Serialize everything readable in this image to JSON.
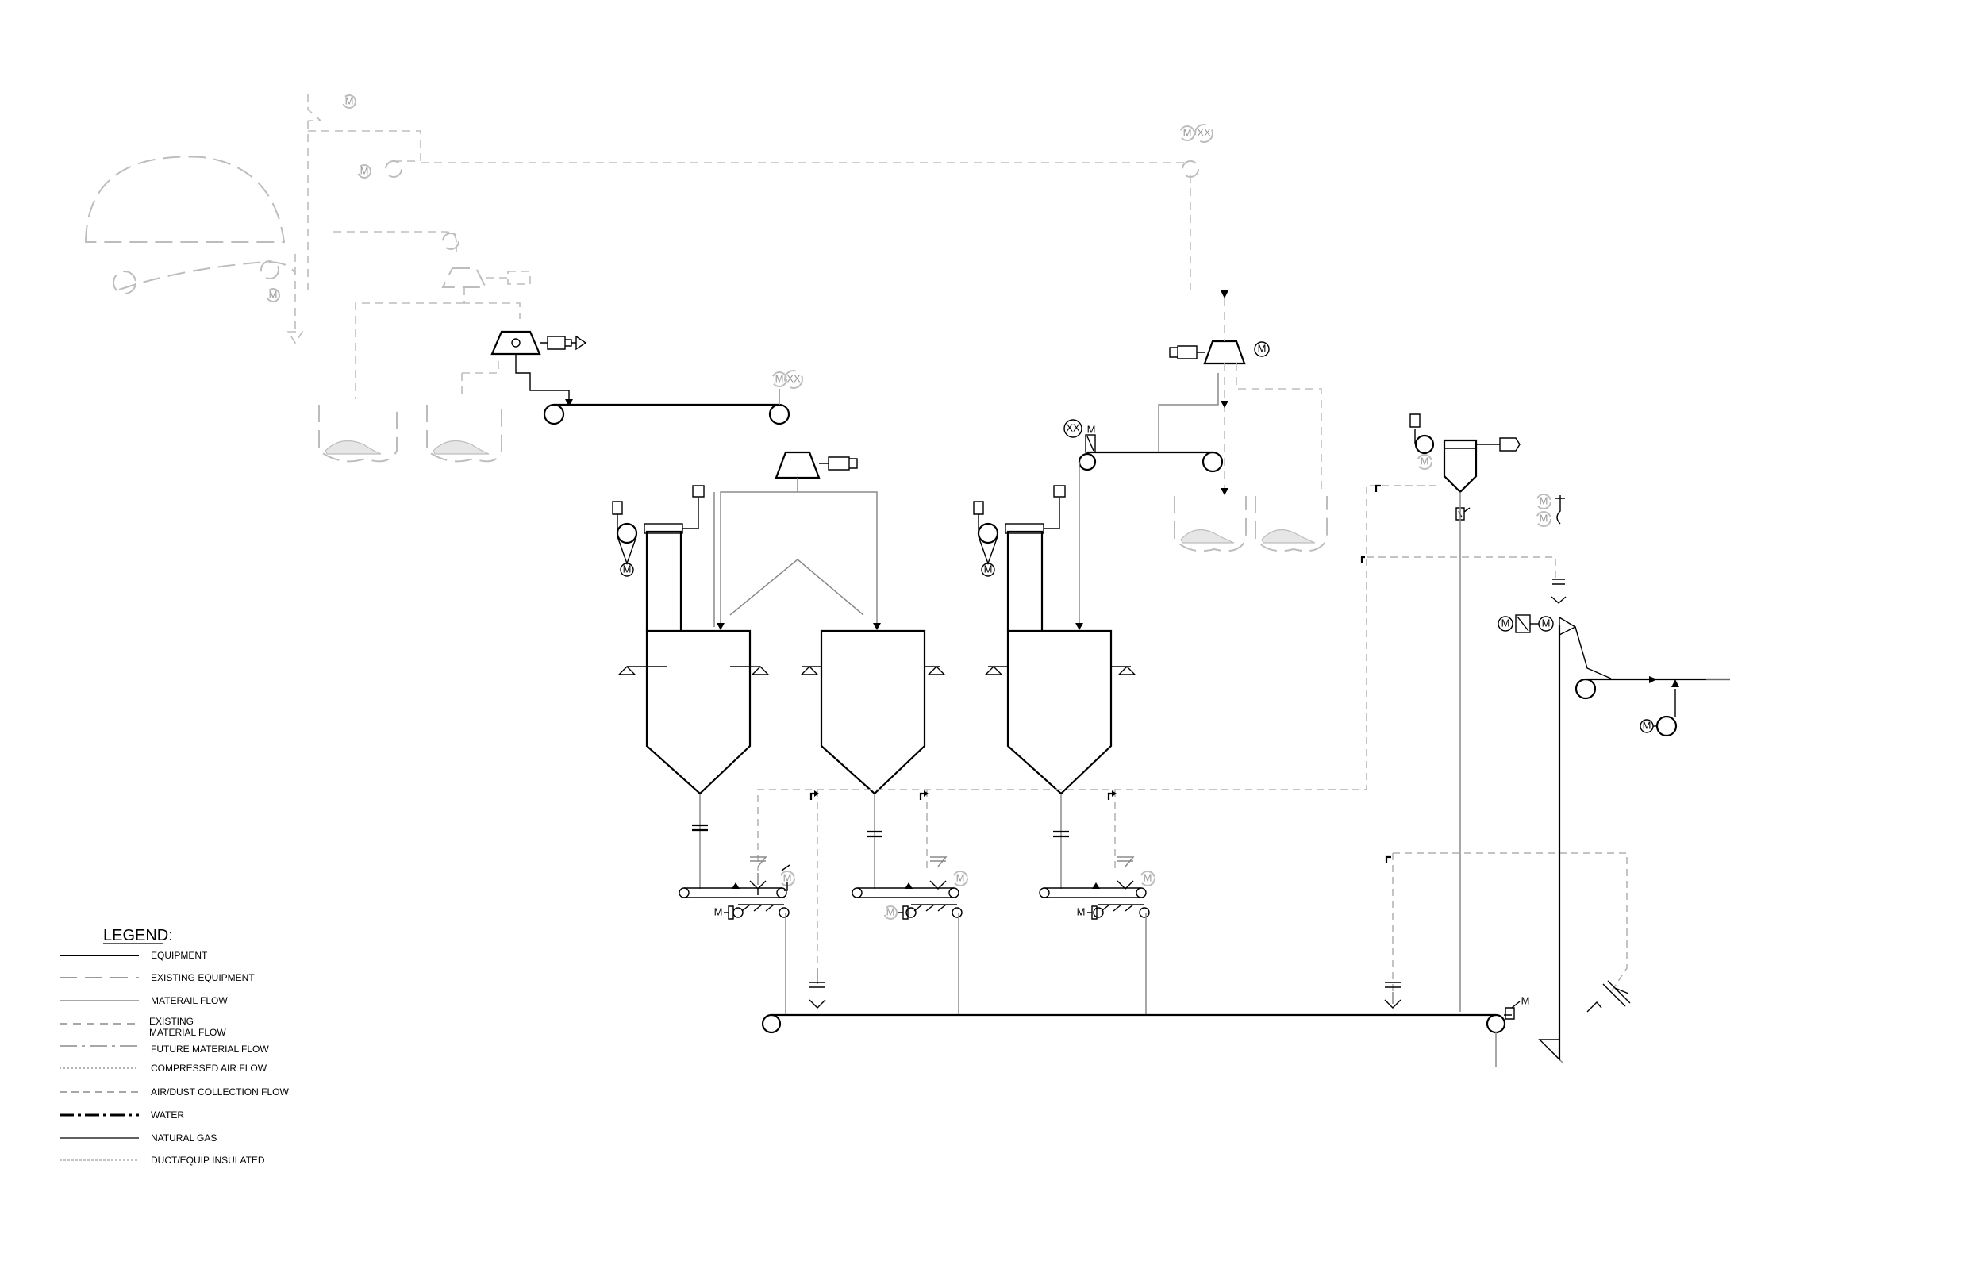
{
  "legend": {
    "title": "LEGEND:",
    "items": [
      {
        "key": "equipment",
        "label": "EQUIPMENT"
      },
      {
        "key": "existing_equipment",
        "label": "EXISTING EQUIPMENT"
      },
      {
        "key": "material_flow",
        "label": "MATERAIL FLOW"
      },
      {
        "key": "existing_material_flow",
        "label": "EXISTING MATERIAL FLOW"
      },
      {
        "key": "future_material_flow",
        "label": "FUTURE MATERIAL FLOW"
      },
      {
        "key": "compressed_air_flow",
        "label": "COMPRESSED AIR FLOW"
      },
      {
        "key": "air_dust_collection_flow",
        "label": "AIR/DUST COLLECTION FLOW"
      },
      {
        "key": "water",
        "label": "WATER"
      },
      {
        "key": "natural_gas",
        "label": "NATURAL GAS"
      },
      {
        "key": "duct_equip_insulated",
        "label": "DUCT/EQUIP INSULATED"
      }
    ]
  },
  "symbols": {
    "motor": "M",
    "placeholder": "XX"
  },
  "colors": {
    "equipment": "#000000",
    "existing": "#bdbdbd",
    "flow": "#8a8a8a"
  }
}
